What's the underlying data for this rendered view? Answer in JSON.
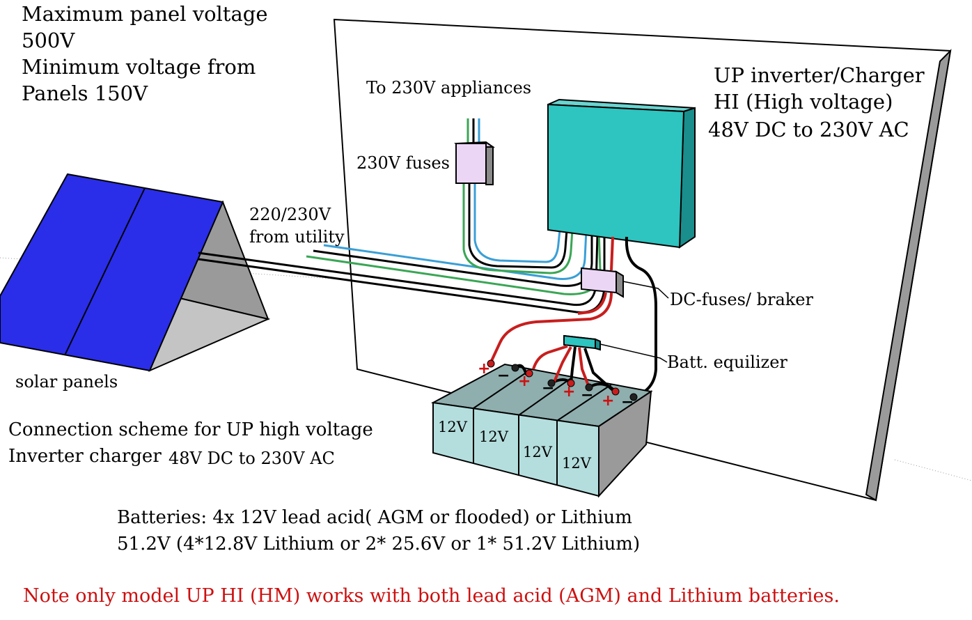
{
  "panel_voltage_note": {
    "line1": "Maximum panel voltage",
    "line2": "500V",
    "line3": "Minimum voltage from",
    "line4": "Panels 150V"
  },
  "appliances_label": "To 230V appliances",
  "ac_fuses_label": "230V fuses",
  "inverter_label": {
    "line1": "UP inverter/Charger",
    "line2": "HI (High voltage)",
    "line3": "48V DC to 230V AC"
  },
  "utility_label": {
    "line1": "220/230V",
    "line2": "from utility"
  },
  "dc_fuses_label": "DC-fuses/ braker",
  "equalizer_label": "Batt. equilizer",
  "solar_label": "solar panels",
  "scheme_title": {
    "line1": "Connection scheme for UP  high voltage",
    "line2a": "Inverter charger",
    "line2b": "48V DC to 230V AC"
  },
  "battery_cells": [
    "12V",
    "12V",
    "12V",
    "12V"
  ],
  "polarity": {
    "plus": "+",
    "minus": "−"
  },
  "batteries_note": {
    "line1": "Batteries: 4x 12V lead acid( AGM or flooded) or Lithium",
    "line2": "51.2V (4*12.8V Lithium or 2* 25.6V or 1* 51.2V Lithium)"
  },
  "model_note": "Note only model UP HI (HM) works with both lead acid (AGM) and Lithium batteries.",
  "colors": {
    "solar_panel": "#2a2ee8",
    "inverter": "#2ec4c0",
    "fuse_box": "#ecd6f6",
    "battery": "#b4dedd",
    "wire_green": "#3aa655",
    "wire_blue": "#3a9fd6",
    "wire_red": "#c81e1e",
    "note_red": "#cc1010"
  }
}
